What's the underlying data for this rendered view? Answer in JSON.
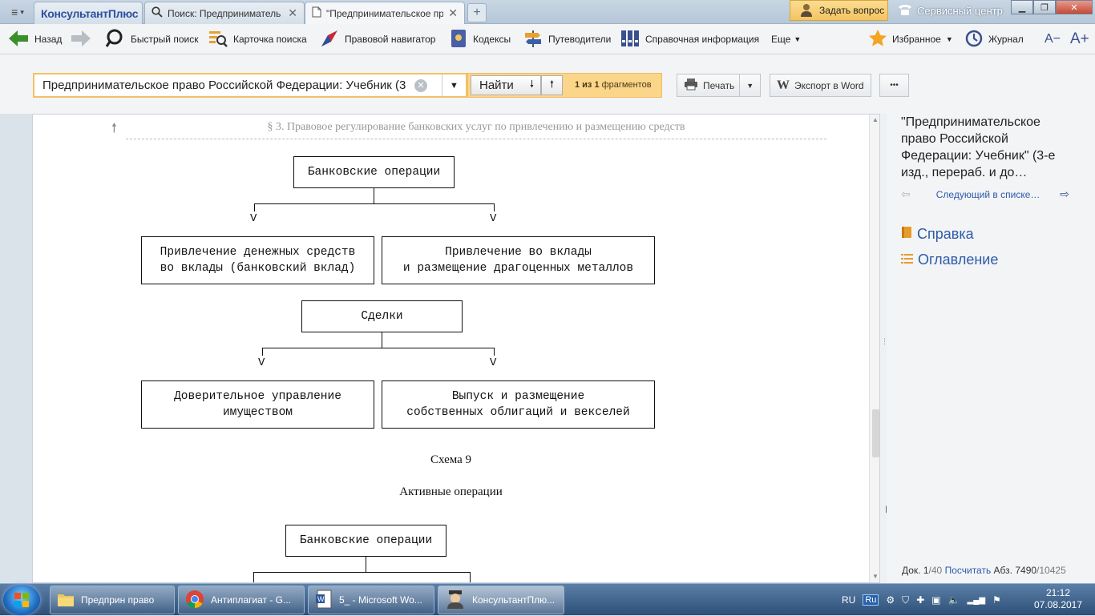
{
  "tabs": [
    {
      "label": "КонсультантПлюс"
    },
    {
      "label": "Поиск: Предприниматель"
    },
    {
      "label": "\"Предпринимательское пр"
    }
  ],
  "ask_question": "Задать вопрос",
  "service_center": "Сервисный центр",
  "toolbar": {
    "back": "Назад",
    "quick_search": "Быстрый поиск",
    "search_card": "Карточка поиска",
    "legal_navigator": "Правовой навигатор",
    "codes": "Кодексы",
    "guides": "Путеводители",
    "reference": "Справочная информация",
    "more": "Еще",
    "favorites": "Избранное",
    "journal": "Журнал",
    "font_smaller": "A−",
    "font_bigger": "A+"
  },
  "search": {
    "value": "Предпринимательское право Российской Федерации: Учебник (3",
    "find_label": "Найти",
    "fragments_count": "1 из 1",
    "fragments_suffix": " фрагментов",
    "print_label": "Печать",
    "export_label": "Экспорт в Word",
    "more_label": "•••"
  },
  "document": {
    "section_header": "§ 3. Правовое регулирование банковских услуг по привлечению и размещению средств",
    "scheme1": {
      "top": "Банковские операции",
      "left": "Привлечение денежных средств\nво вклады (банковский вклад)",
      "right": "Привлечение во вклады\nи размещение драгоценных металлов",
      "v1": "V",
      "v2": "V"
    },
    "scheme2": {
      "top": "Сделки",
      "left": "Доверительное управление\nимуществом",
      "right": "Выпуск и размещение\nсобственных облигаций и векселей",
      "v1": "V",
      "v2": "V"
    },
    "caption_num": "Схема 9",
    "caption_title": "Активные операции",
    "scheme3_top": "Банковские операции"
  },
  "right_panel": {
    "title": "\"Предпринимательское право Российской Федерации: Учебник\" (3-е изд., перераб. и до…",
    "next_in_list": "Следующий в списке…",
    "help": "Справка",
    "toc": "Оглавление",
    "status": {
      "doc_label": "Док. ",
      "doc_cur": "1",
      "doc_total": "/40",
      "count_link": "Посчитать",
      "abz_label": " Абз. ",
      "abz_cur": "7490",
      "abz_total": "/10425"
    }
  },
  "taskbar": {
    "items": [
      {
        "label": "Предприн право"
      },
      {
        "label": "Антиплагиат - G..."
      },
      {
        "label": "5_ - Microsoft Wo..."
      },
      {
        "label": "КонсультантПлю..."
      }
    ],
    "lang": "RU",
    "time": "21:12",
    "date": "07.08.2017"
  },
  "colors": {
    "accent_orange": "#f3c165",
    "link_blue": "#2f5aa8",
    "back_green": "#3a8f2a"
  }
}
